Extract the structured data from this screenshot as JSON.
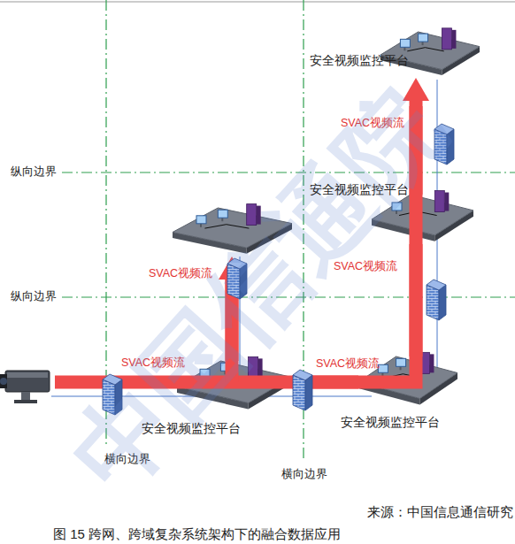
{
  "diagram": {
    "caption": "图 15 跨网、跨域复杂系统架构下的融合数据应用",
    "nodes": [
      {
        "text": [
          "安全视频监控平台"
        ]
      },
      {
        "text": [
          "安全视频监控平台"
        ]
      },
      {
        "text": []
      },
      {
        "text": [
          "安全视频监控平台"
        ]
      },
      {
        "text": [
          "安全视频监控平台"
        ]
      }
    ],
    "edges": [
      {
        "from": 3,
        "to": 2,
        "arrow": "to",
        "label": "SVAC视频流"
      },
      {
        "from": 3,
        "to": 4,
        "arrow": "none",
        "label": "SVAC视频流"
      },
      {
        "from": 4,
        "to": 1,
        "arrow": "none",
        "label": "SVAC视频流"
      },
      {
        "from": 1,
        "to": 0,
        "arrow": "to",
        "label": "SVAC视频流"
      }
    ],
    "labels": [
      "纵向边界",
      "纵向边界",
      "SVAC视频流",
      "横向边界",
      "横向边界",
      "来源：中国信息通信研究",
      "中国信通院"
    ]
  }
}
